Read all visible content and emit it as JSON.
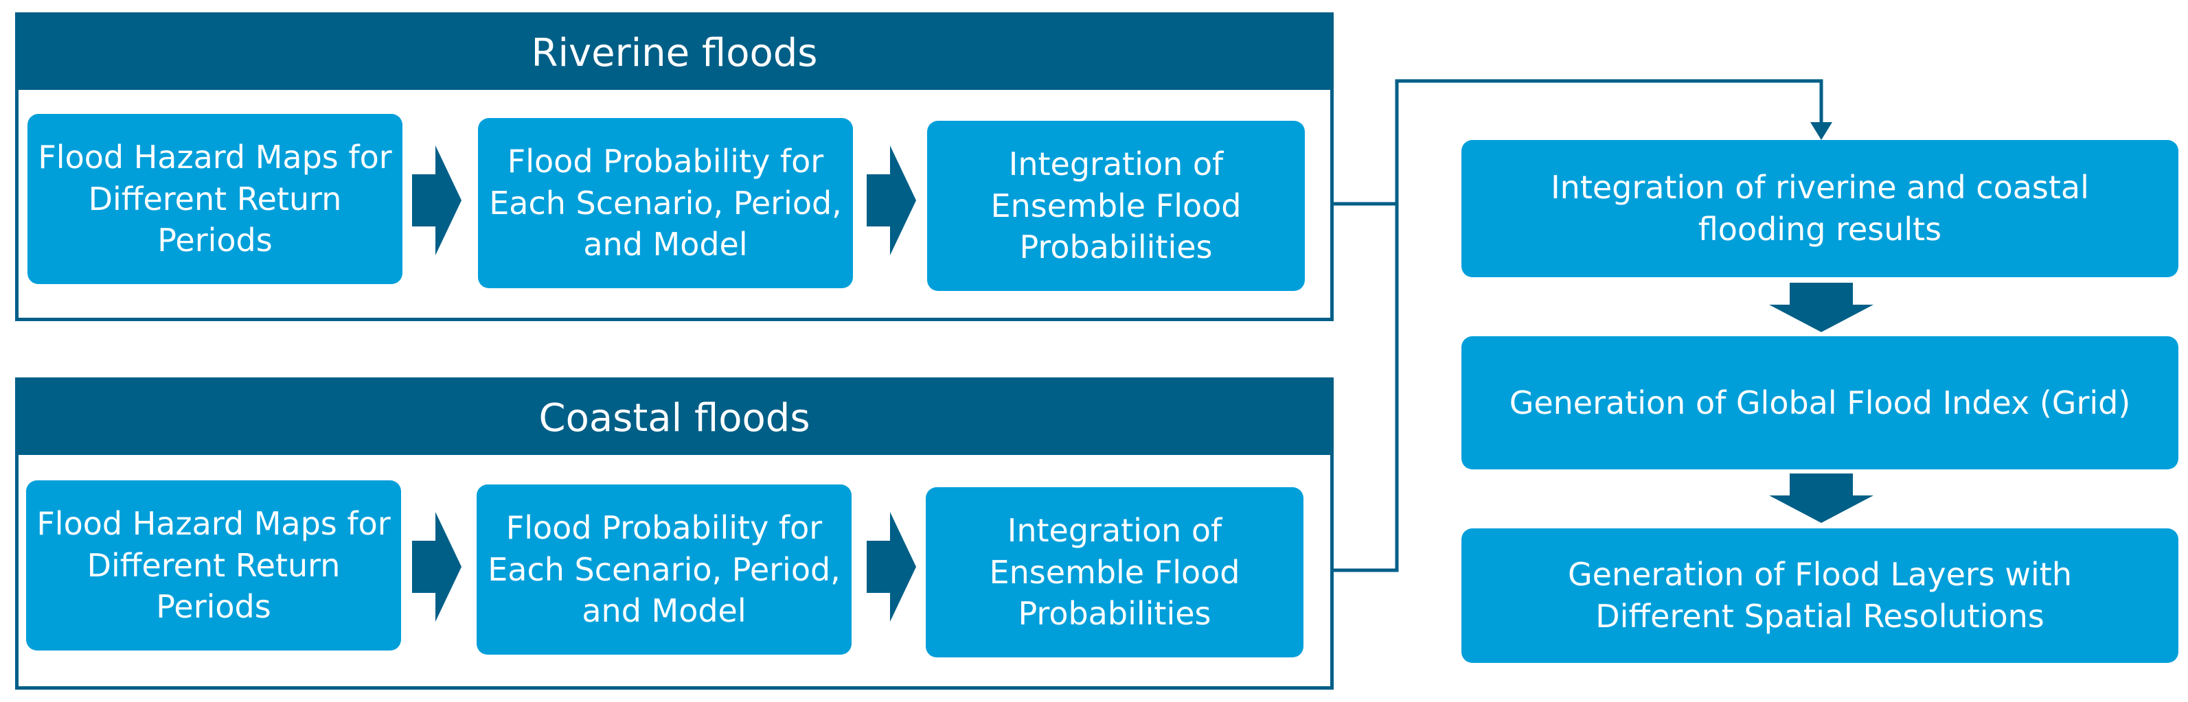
{
  "riverine": {
    "title": "Riverine floods",
    "steps": [
      "Flood Hazard Maps for Different Return Periods",
      "Flood Probability for Each Scenario, Period, and Model",
      "Integration of Ensemble Flood Probabilities"
    ]
  },
  "coastal": {
    "title": "Coastal floods",
    "steps": [
      "Flood Hazard Maps for Different Return Periods",
      "Flood Probability for Each Scenario, Period, and Model",
      "Integration of Ensemble Flood Probabilities"
    ]
  },
  "pipeline": {
    "steps": [
      "Integration of riverine and coastal flooding results",
      "Generation of Global Flood Index (Grid)",
      "Generation of Flood Layers with Different Spatial Resolutions"
    ]
  },
  "colors": {
    "dark_blue": "#005f87",
    "light_blue": "#009fda",
    "text": "#ffffff"
  }
}
